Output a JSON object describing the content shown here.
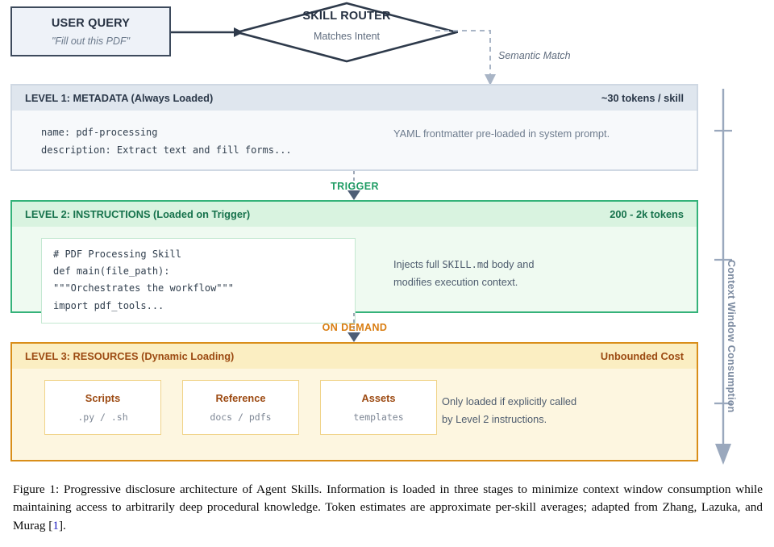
{
  "flow": {
    "user_query": {
      "title": "USER QUERY",
      "subtitle": "\"Fill out this PDF\""
    },
    "skill_router": {
      "title": "SKILL ROUTER",
      "subtitle": "Matches Intent"
    },
    "semantic_match_label": "Semantic Match",
    "trigger_label": "TRIGGER",
    "on_demand_label": "ON DEMAND"
  },
  "levels": [
    {
      "header": "LEVEL 1: METADATA (Always Loaded)",
      "cost": "~30 tokens / skill",
      "code": "name: pdf-processing\ndescription: Extract text and fill forms...",
      "note": "YAML frontmatter pre-loaded in system prompt.",
      "accent": "#cfd8e3"
    },
    {
      "header": "LEVEL 2: INSTRUCTIONS (Loaded on Trigger)",
      "cost": "200 - 2k tokens",
      "code": "# PDF Processing Skill\ndef main(file_path):\n\"\"\"Orchestrates the workflow\"\"\"\nimport pdf_tools...",
      "note_part1": "Injects full ",
      "note_mono": "SKILL.md",
      "note_part2": " body and",
      "note_line2": "modifies execution context.",
      "accent": "#35b27a"
    },
    {
      "header": "LEVEL 3: RESOURCES (Dynamic Loading)",
      "cost": "Unbounded Cost",
      "cards": [
        {
          "title": "Scripts",
          "subtitle": ".py / .sh"
        },
        {
          "title": "Reference",
          "subtitle": "docs / pdfs"
        },
        {
          "title": "Assets",
          "subtitle": "templates"
        }
      ],
      "note_line1": "Only loaded if explicitly called",
      "note_line2": "by Level 2 instructions.",
      "accent": "#d98e19"
    }
  ],
  "axis": {
    "label": "Context Window Consumption",
    "color": "#9aa8bd"
  },
  "caption": {
    "prefix": "Figure 1:",
    "body": " Progressive disclosure architecture of Agent Skills.  Information is loaded in three stages to minimize context window consumption while maintaining access to arbitrarily deep procedural knowledge.  Token estimates are approximate per-skill averages; adapted from Zhang, Lazuka, and Murag [",
    "citation": "1",
    "suffix": "]."
  }
}
